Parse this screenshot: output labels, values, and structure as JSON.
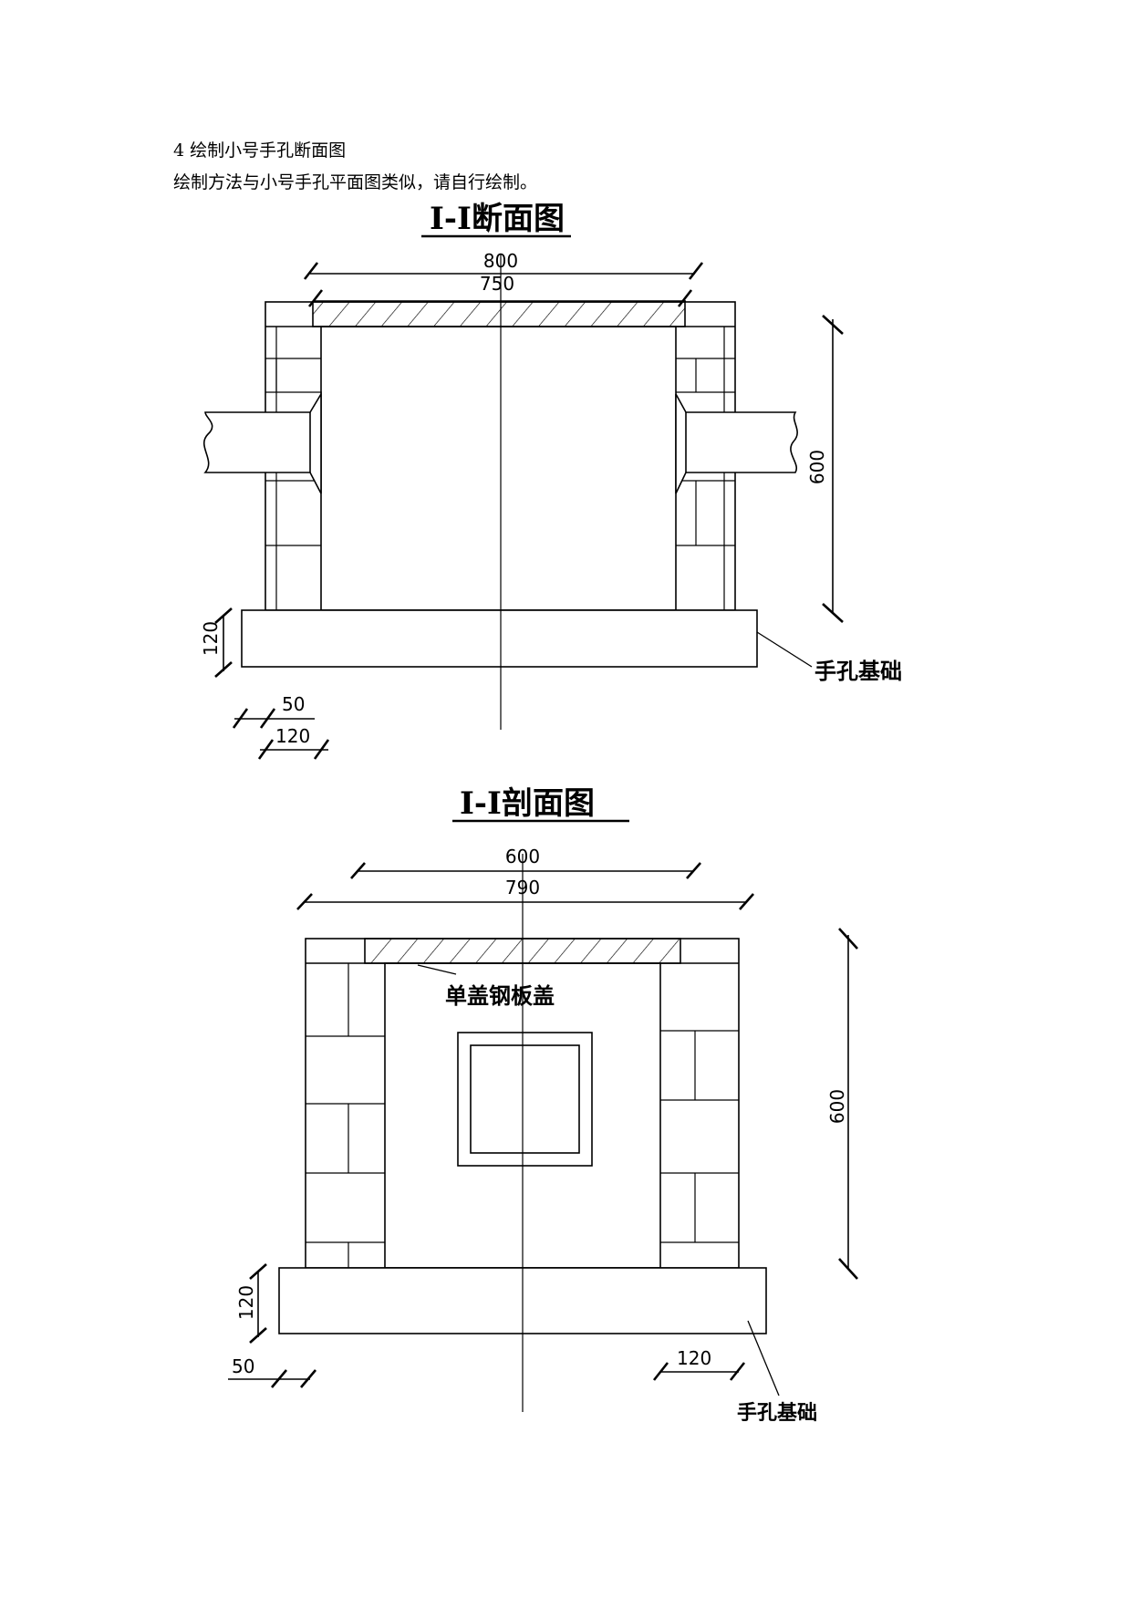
{
  "intro": {
    "line1": "4 绘制小号手孔断面图",
    "line2": "绘制方法与小号手孔平面图类似，请自行绘制。"
  },
  "drawing1": {
    "title": "I-I断面图",
    "dim_top_outer": "800",
    "dim_top_inner": "750",
    "dim_height": "600",
    "dim_foundation": "120",
    "dim_offset": "50",
    "dim_bottom": "120",
    "foundation_label": "手孔基础"
  },
  "drawing2": {
    "title": "I-I剖面图",
    "dim_top_inner": "600",
    "dim_top_outer": "790",
    "cover_label": "单盖钢板盖",
    "dim_height": "600",
    "dim_foundation": "120",
    "dim_offset": "50",
    "dim_bottom": "120",
    "foundation_label": "手孔基础"
  },
  "colors": {
    "line": "#000000",
    "background": "#ffffff"
  }
}
